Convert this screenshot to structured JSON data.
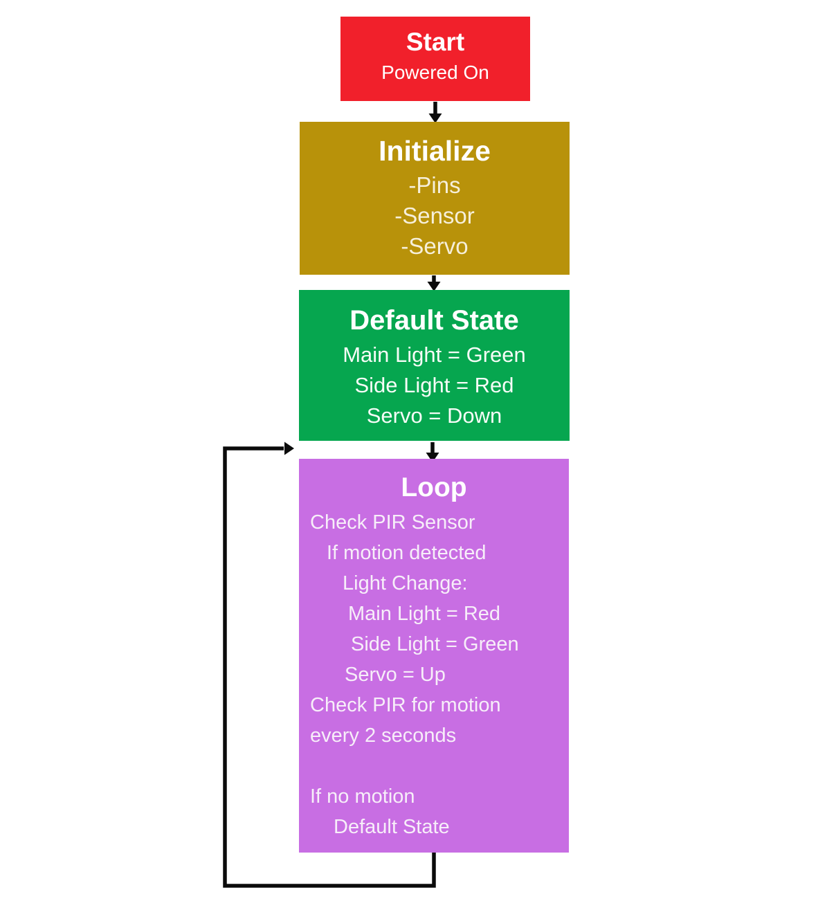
{
  "canvas": {
    "background": "#FFFFFF"
  },
  "nodes": {
    "start": {
      "title": "Start",
      "subtitle": "Powered On",
      "bg_color": "#F1202B",
      "text_color": "#FFFFFF"
    },
    "initialize": {
      "title": "Initialize",
      "lines": [
        "-Pins",
        "-Sensor",
        "-Servo"
      ],
      "bg_color": "#B8920A",
      "text_color": "#F6EFDA"
    },
    "default_state": {
      "title": "Default State",
      "lines": [
        "Main Light = Green",
        "Side Light = Red",
        "Servo = Down"
      ],
      "bg_color": "#06A64F",
      "text_color": "#F6FCF7"
    },
    "loop": {
      "title": "Loop",
      "lines": [
        "Check PIR Sensor",
        "If motion detected",
        "Light Change:",
        "Main Light = Red",
        "Side Light = Green",
        "Servo = Up",
        "Check PIR for motion",
        "every 2 seconds",
        "",
        "If no motion",
        "Default State"
      ],
      "bg_color": "#C86EE3",
      "text_color": "#F7EEF9"
    }
  },
  "connectors": {
    "color": "#0B0B0B",
    "edges": [
      {
        "from": "start",
        "to": "initialize"
      },
      {
        "from": "initialize",
        "to": "default_state"
      },
      {
        "from": "default_state",
        "to": "loop"
      },
      {
        "from": "loop",
        "to": "default_state"
      }
    ]
  }
}
